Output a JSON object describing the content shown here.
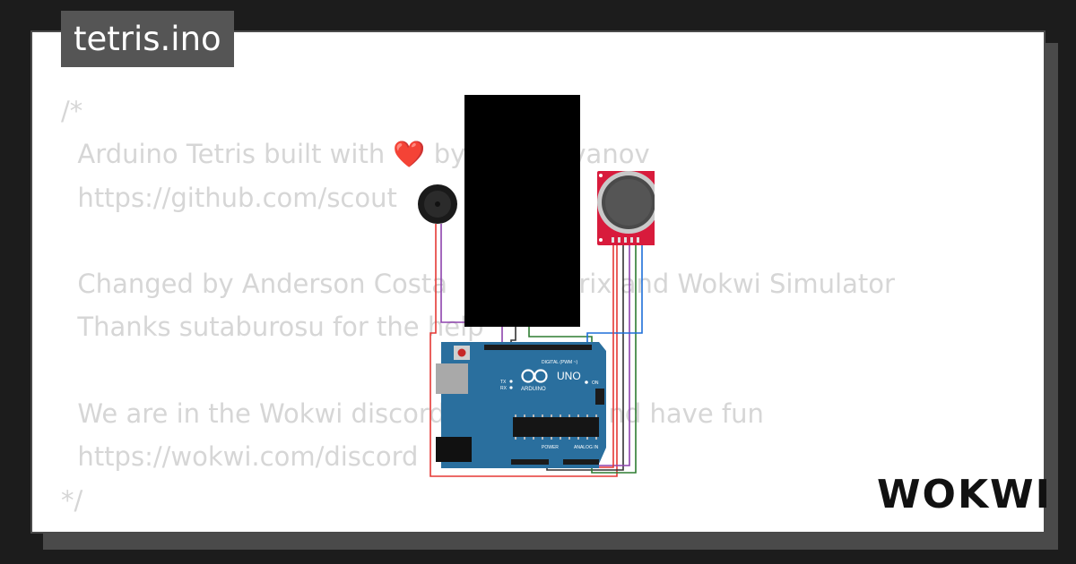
{
  "title": "tetris.ino",
  "code": {
    "lines": [
      "/*",
      "  Arduino Tetris built with ",
      "  https://github.com/scout",
      "",
      "  Changed by Anderson Costa",
      "  Thanks sutaburosu for the help",
      "",
      "  We are in the Wokwi discord",
      "  https://wokwi.com/discord",
      "*/"
    ],
    "line1_tail": " by Vadim Ivanov",
    "line4_tail": "Matrix and Wokwi Simulator",
    "line7_tail": "help and have fun",
    "heart": "❤️"
  },
  "board": {
    "name": "UNO",
    "brand": "ARDUINO",
    "digital_label": "DIGITAL (PWM ~)",
    "power_label": "POWER",
    "analog_label": "ANALOG IN",
    "on_label": "ON",
    "tx_label": "TX",
    "rx_label": "RX",
    "board_color": "#2a6f9e"
  },
  "logo": "WOKWI"
}
